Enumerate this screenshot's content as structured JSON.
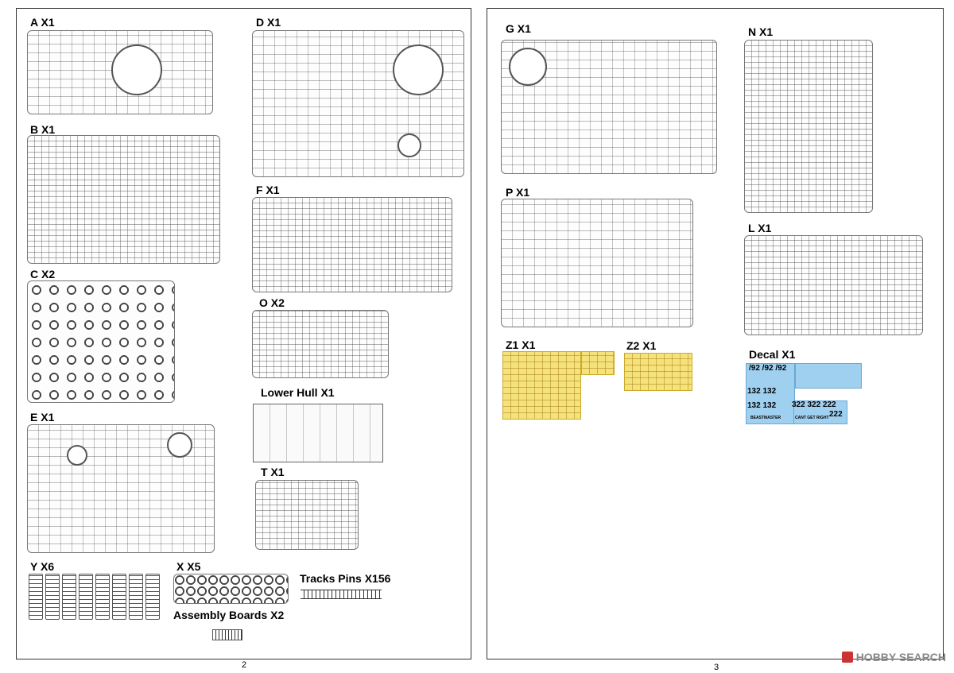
{
  "pages": [
    {
      "number": "2"
    },
    {
      "number": "3"
    }
  ],
  "sprues": {
    "A": "A X1",
    "B": "B X1",
    "C": "C X2",
    "D": "D X1",
    "E": "E X1",
    "F": "F X1",
    "O": "O X2",
    "lower_hull": "Lower Hull X1",
    "T": "T X1",
    "Y": "Y X6",
    "X": "X X5",
    "track_pins": "Tracks Pins X156",
    "assembly_boards": "Assembly Boards X2",
    "G": "G X1",
    "N": "N X1",
    "P": "P X1",
    "L": "L X1",
    "Z1": "Z1 X1",
    "Z2": "Z2 X1",
    "decal": "Decal X1"
  },
  "decal_sheet": {
    "row1": "/92 /92 /92",
    "row2": "132 132",
    "row3": "132 132",
    "row4": "322 322 222",
    "row5": "222",
    "small1": "BEASTMASTER",
    "small2": "CANT GET RIGHT"
  },
  "colors": {
    "etch": "#f6e27a",
    "decal": "#9fd0f0"
  },
  "watermark": {
    "text": "HOBBY SEARCH",
    "icon": "hobby-search-logo-icon"
  }
}
